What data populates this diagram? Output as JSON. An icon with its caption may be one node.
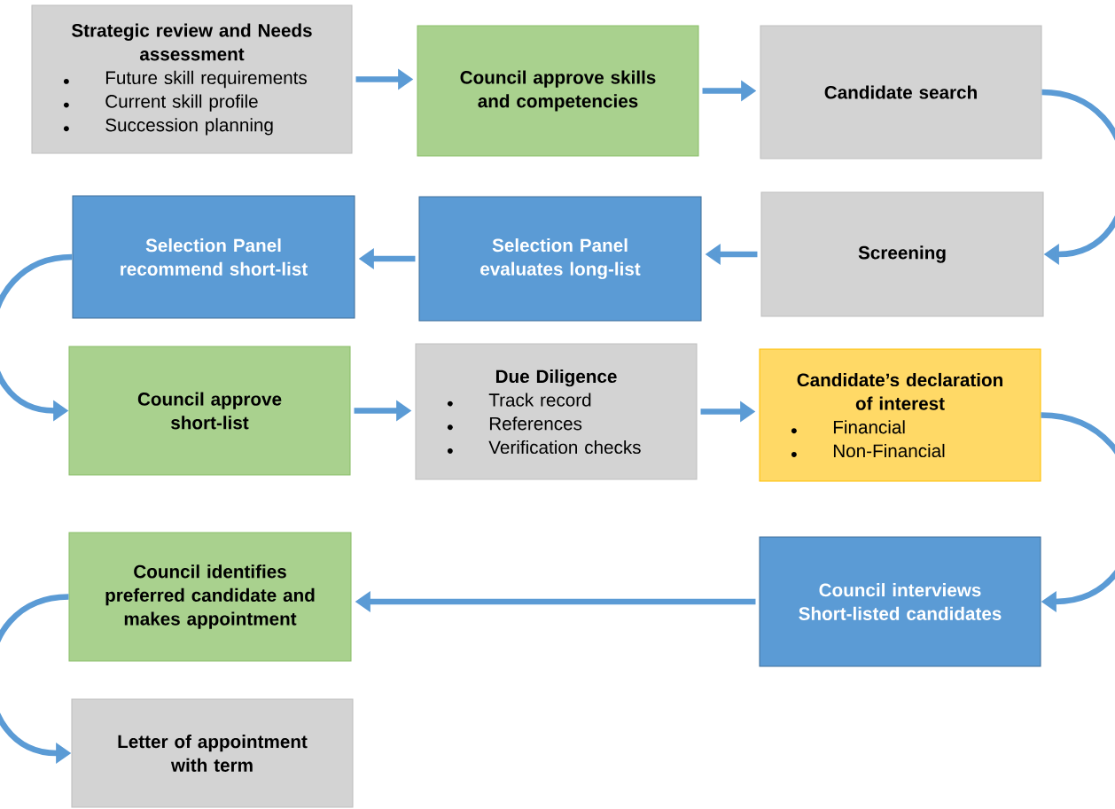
{
  "diagram": {
    "nodes": [
      {
        "text": [
          "Strategic review and Needs assessment",
          "Future skill requirements",
          "Current skill profile",
          "Succession planning"
        ]
      },
      {
        "text": [
          "Council approve skills and competencies"
        ]
      },
      {
        "text": [
          "Candidate search"
        ]
      },
      {
        "text": [
          "Screening"
        ]
      },
      {
        "text": [
          "Selection Panel evaluates long-list"
        ]
      },
      {
        "text": [
          "Selection Panel recommend short-list"
        ]
      },
      {
        "text": [
          "Council approve short-list"
        ]
      },
      {
        "text": [
          "Due Diligence",
          "Track record",
          "References",
          "Verification checks"
        ]
      },
      {
        "text": [
          "Candidate’s declaration of interest",
          "Financial",
          "Non-Financial"
        ]
      },
      {
        "text": [
          "Council interviews Short-listed candidates"
        ]
      },
      {
        "text": [
          "Council identifies preferred candidate and makes appointment"
        ]
      },
      {
        "text": [
          "Letter of appointment with term"
        ]
      }
    ],
    "edges": [
      {
        "from": 0,
        "to": 1,
        "arrow": "to"
      },
      {
        "from": 1,
        "to": 2,
        "arrow": "to"
      },
      {
        "from": 2,
        "to": 3,
        "arrow": "to"
      },
      {
        "from": 3,
        "to": 4,
        "arrow": "to"
      },
      {
        "from": 4,
        "to": 5,
        "arrow": "to"
      },
      {
        "from": 5,
        "to": 6,
        "arrow": "to"
      },
      {
        "from": 6,
        "to": 7,
        "arrow": "to"
      },
      {
        "from": 7,
        "to": 8,
        "arrow": "to"
      },
      {
        "from": 8,
        "to": 9,
        "arrow": "to"
      },
      {
        "from": 9,
        "to": 10,
        "arrow": "to"
      },
      {
        "from": 10,
        "to": 11,
        "arrow": "to"
      }
    ]
  }
}
